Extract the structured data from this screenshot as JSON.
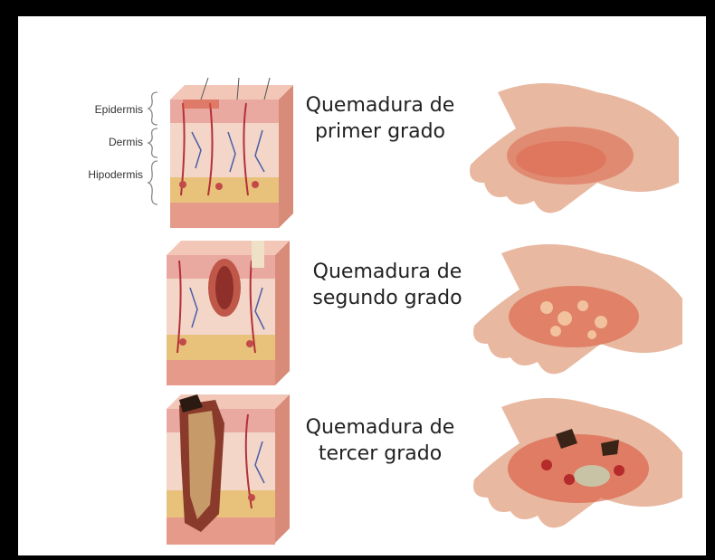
{
  "layers": {
    "epidermis": "Epidermis",
    "dermis": "Dermis",
    "hipodermis": "Hipodermis"
  },
  "burns": [
    {
      "line1": "Quemadura de",
      "line2": "primer grado",
      "severity": "first-degree"
    },
    {
      "line1": "Quemadura de",
      "line2": "segundo grado",
      "severity": "second-degree"
    },
    {
      "line1": "Quemadura de",
      "line2": "tercer grado",
      "severity": "third-degree"
    }
  ],
  "colors": {
    "border": "#000000",
    "background": "#ffffff",
    "skin_top": "#f2c7b8",
    "skin_side": "#e69a8a",
    "fat": "#e8c27a",
    "hand": "#e8b8a0",
    "burn": "#d9533a"
  }
}
